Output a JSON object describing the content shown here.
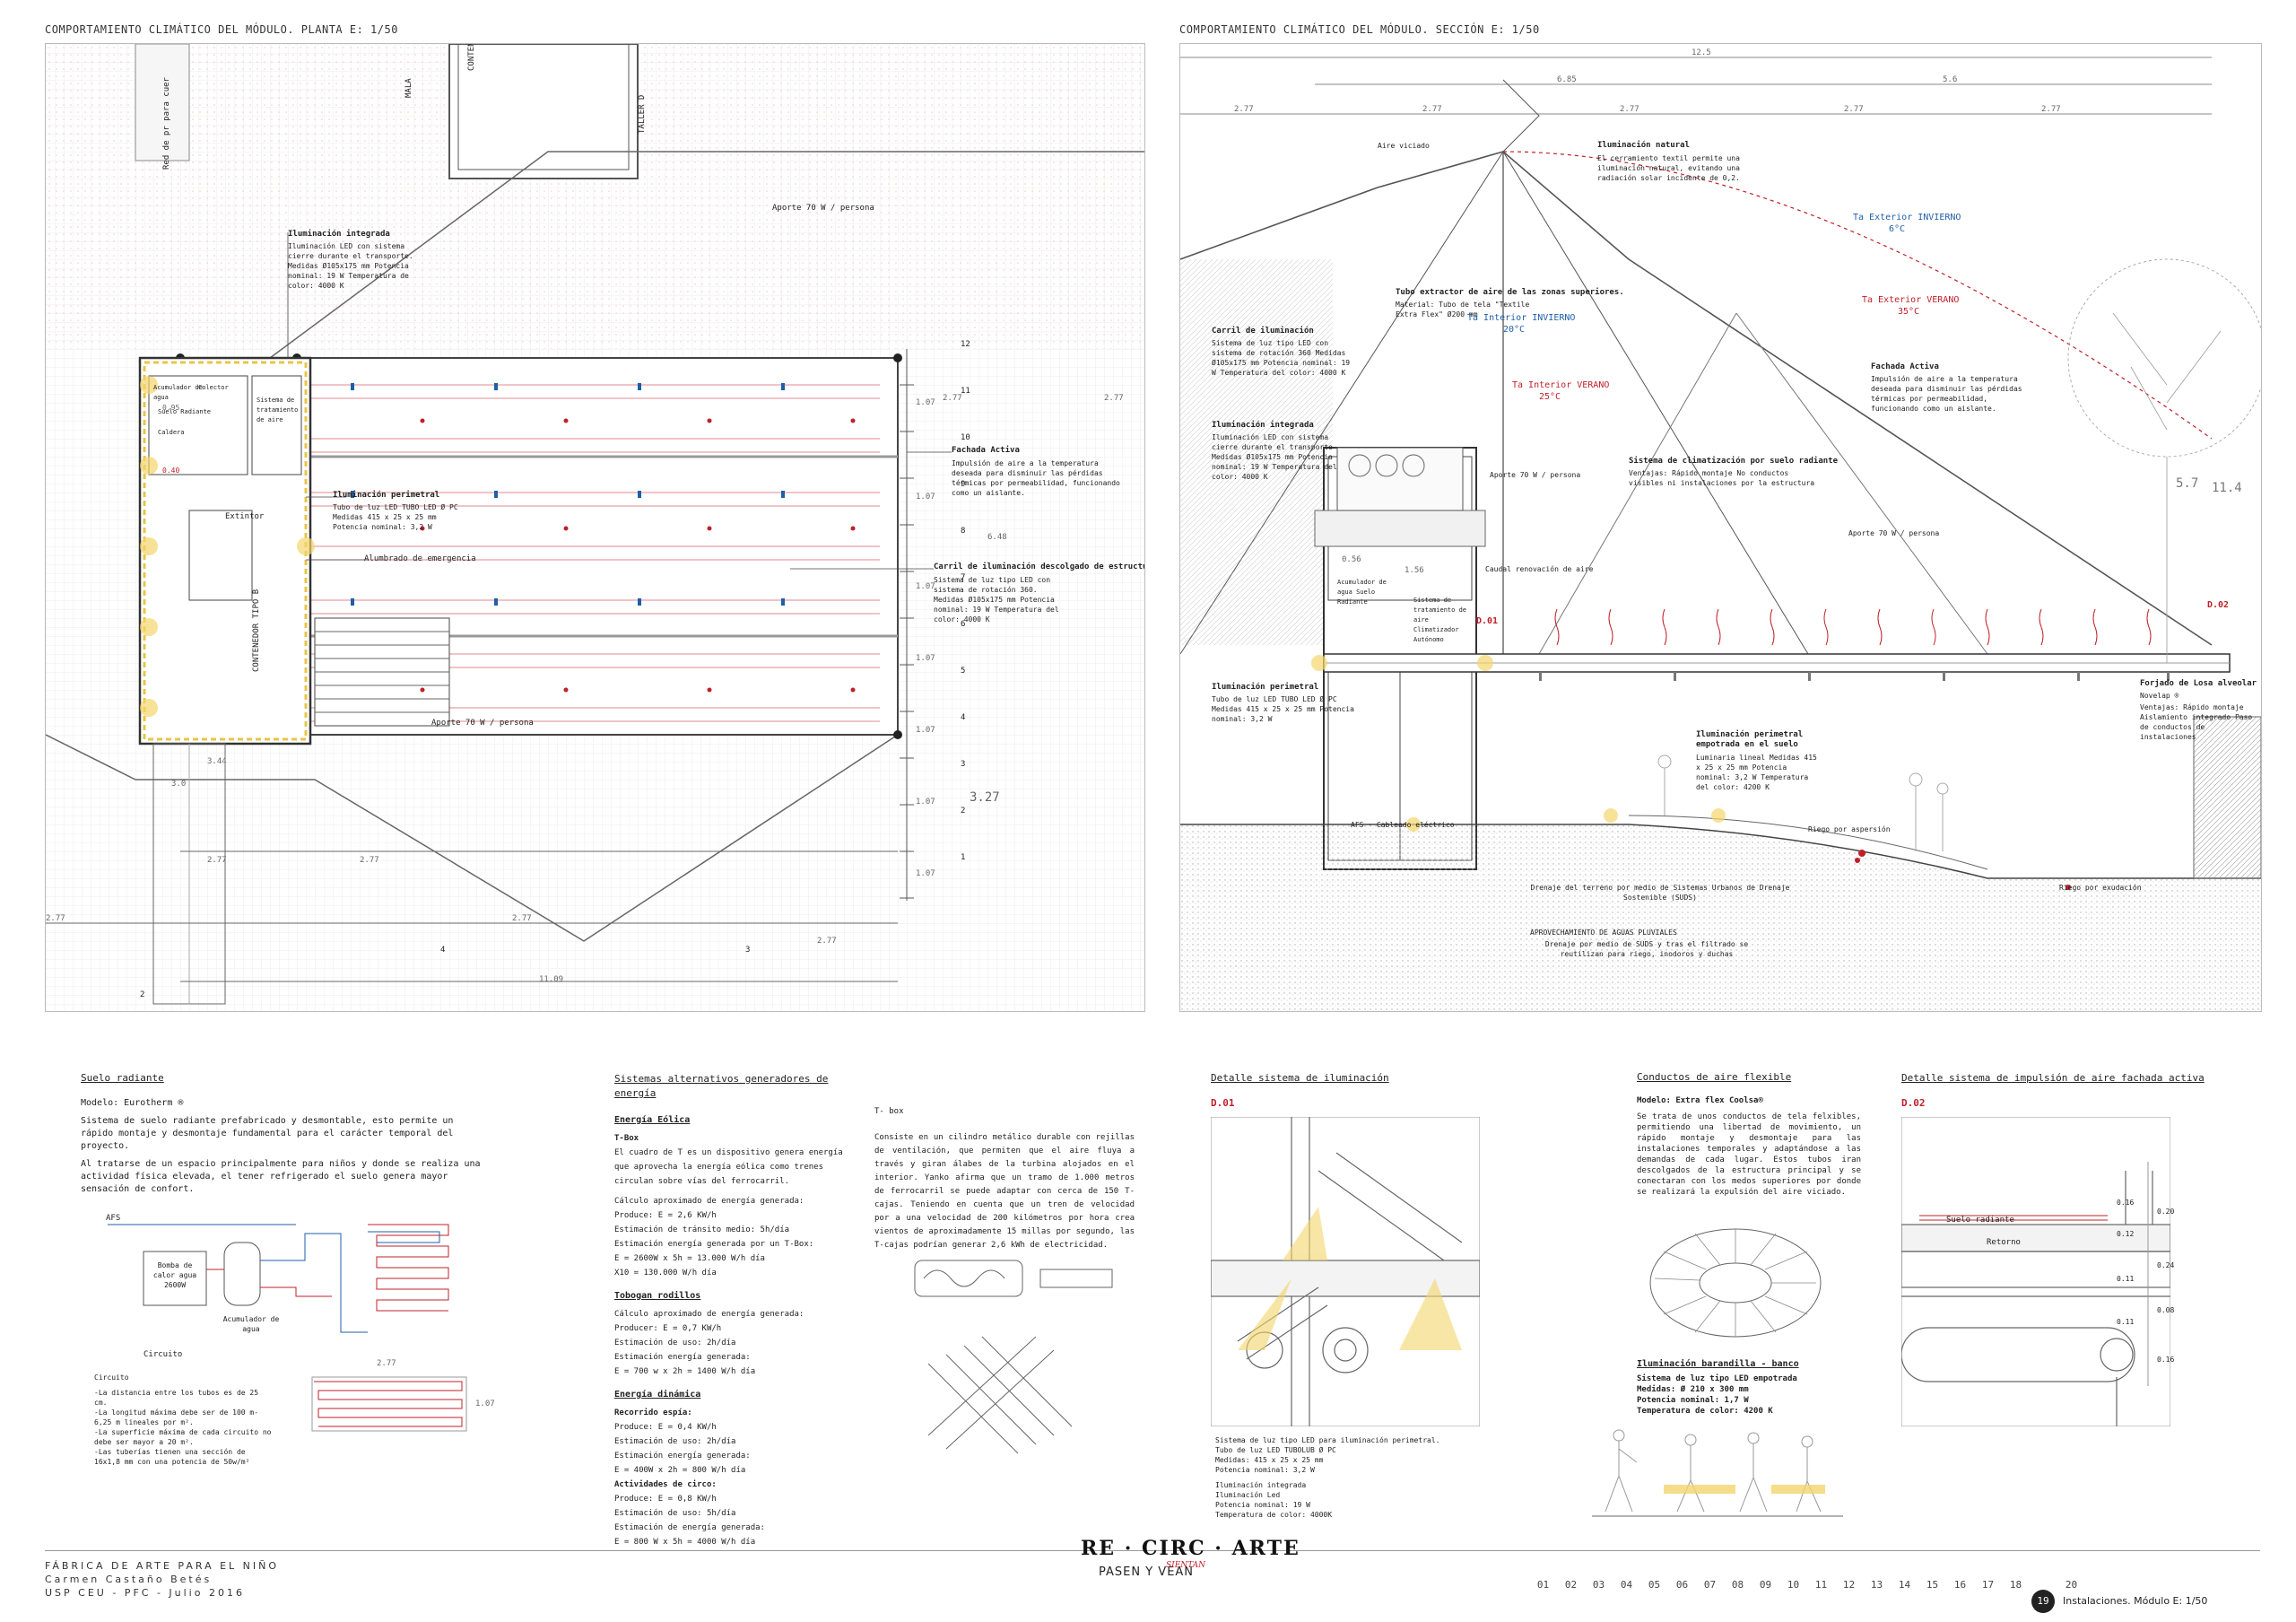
{
  "left": {
    "title": "COMPORTAMIENTO CLIMÁTICO DEL MÓDULO. PLANTA E: 1/50",
    "labels": {
      "contenedor_top": "CONTENEDOR TIPO B",
      "taller": "TALLER D",
      "mala": "MALA",
      "red": "Red de pr para cuer",
      "contenedor_side": "CONTENEDOR TIPO B",
      "ilum_int": "Iluminación integrada",
      "ilum_int_desc": "Iluminación LED con sistema cierre durante el transporte. Medidas Ø105x175 mm Potencia nominal: 19 W Temperatura de color: 4000 K",
      "aporte_top": "Aporte 70 W / persona",
      "aporte_bottom": "Aporte 70 W / persona",
      "fachada": "Fachada Activa",
      "fachada_desc": "Impulsión de aire a la temperatura deseada para disminuir las pérdidas térmicas por permeabilidad, funcionando como un aislante.",
      "ilum_perim": "Iluminación perimetral",
      "ilum_perim_desc": "Tubo de luz LED TUBO LED Ø PC Medidas 415 x 25 x 25 mm Potencia nominal: 3,2 W",
      "alumbrado": "Alumbrado de emergencia",
      "carril": "Carril de iluminación descolgado de estructura",
      "carril_desc": "Sistema de luz tipo LED con sistema de rotación 360. Medidas Ø105x175 mm Potencia nominal: 19 W Temperatura del color: 4000 K",
      "extintor": "Extintor",
      "acumulador": "Acumulador de agua",
      "suelo_rad": "Suelo Radiante",
      "colector": "Colector",
      "caldera": "Caldera",
      "sistema": "Sistema de tratamiento de aire",
      "dims": [
        "2.77",
        "2.77",
        "2.77",
        "2.77",
        "2.77",
        "2.77",
        "2.77",
        "11.09",
        "6.48",
        "3.27",
        "1.07",
        "1.07",
        "1.07",
        "1.07",
        "1.07",
        "1.07",
        "1.07",
        "0.95",
        "0.40",
        "3.44",
        "3.0"
      ],
      "axis_right": [
        "12",
        "11",
        "10",
        "9",
        "8",
        "7",
        "6",
        "5",
        "4",
        "3",
        "2",
        "1"
      ],
      "axis_bottom": [
        "2",
        "4",
        "3"
      ]
    }
  },
  "right": {
    "title": "COMPORTAMIENTO CLIMÁTICO DEL MÓDULO. SECCIÓN E: 1/50",
    "labels": {
      "aire_viciado": "Aire viciado",
      "ilum_natural": "Iluminación natural",
      "ilum_natural_desc": "El cerramiento textil permite una iluminación natural, evitando una radiación solar incidente de 0,2.",
      "tubo": "Tubo extractor de aire de las zonas superiores.",
      "tubo_desc": "Material: Tubo de tela \"Textile Extra Flex\" Ø200 mm",
      "ti_inv": "Ta Interior INVIERNO",
      "ti_inv_v": "20°C",
      "ti_ver": "Ta Interior VERANO",
      "ti_ver_v": "25°C",
      "te_inv": "Ta Exterior INVIERNO",
      "te_inv_v": "6°C",
      "te_ver": "Ta Exterior VERANO",
      "te_ver_v": "35°C",
      "carril": "Carril de iluminación",
      "carril_desc": "Sistema de luz tipo LED con sistema de rotación 360 Medidas Ø105x175 mm Potencia nominal: 19 W Temperatura del color: 4000 K",
      "ilum_int": "Iluminación integrada",
      "ilum_int_desc": "Iluminación LED con sistema cierre durante el transporte Medidas Ø105x175 mm Potencia nominal: 19 W Temperatura del color: 4000 K",
      "fachada": "Fachada Activa",
      "fachada_desc": "Impulsión de aire a la temperatura deseada para disminuir las pérdidas térmicas por permeabilidad, funcionando como un aislante.",
      "sistema_suelo": "Sistema de climatización por suelo radiante",
      "sistema_suelo_desc": "Ventajas: Rápido montaje No conductos visibles ni instalaciones por la estructura",
      "aporte1": "Aporte 70 W / persona",
      "aporte2": "Aporte 70 W / persona",
      "acumulador": "Acumulador de agua Suelo Radiante",
      "sistema_trat": "Sistema de tratamiento de aire Climatizador Autónomo",
      "caudal": "Caudal renovación de aire",
      "ilum_perim": "Iluminación perimetral",
      "ilum_perim_desc": "Tubo de luz LED TUBO LED Ø PC Medidas 415 x 25 x 25 mm Potencia nominal: 3,2 W",
      "forjado": "Forjado de Losa alveolar de Madera",
      "forjado_b": "Novelap ®",
      "forjado_desc": "Ventajas: Rápido montaje Aislamiento integrado Paso de conductos de instalaciones",
      "ilum_emp": "Iluminación perimetral empotrada en el suelo",
      "ilum_emp_desc": "Luminaria lineal Medidas 415 x 25 x 25 mm Potencia nominal: 3,2 W Temperatura del color: 4200 K",
      "cableado": "AFS · Cableado eléctrico",
      "riego_asp": "Riego por aspersión",
      "riego_exud": "Riego por exudación",
      "drenaje": "Drenaje del terreno por medio de Sistemas Urbanos de Drenaje Sostenible (SUDS)",
      "aprovech": "APROVECHAMIENTO DE AGUAS PLUVIALES",
      "aprovech_desc": "Drenaje por medio de SUDS y tras el filtrado se reutilizan para riego, inodoros y duchas",
      "d01": "D.01",
      "d02": "D.02",
      "dims": [
        "12.5",
        "6.85",
        "5.6",
        "2.77",
        "2.77",
        "2.77",
        "2.77",
        "2.77",
        "0.56",
        "1.56",
        "5.7",
        "11.4"
      ]
    }
  },
  "suelo": {
    "title": "Suelo radiante",
    "modelo": "Modelo: Eurotherm ®",
    "p1": "Sistema de suelo radiante prefabricado y desmontable, esto permite un rápido montaje y desmontaje fundamental para el carácter temporal del proyecto.",
    "p2": "Al tratarse de un espacio principalmente para niños y donde se realiza una actividad física elevada, el tener refrigerado el suelo genera mayor sensación de confort.",
    "afs": "AFS",
    "bomba": "Bomba de calor agua 2600W",
    "acum": "Acumulador de agua",
    "circuito_cap": "Circuito",
    "circuito_h": "Circuito",
    "circuito_lines": [
      "-La distancia entre los tubos es de 25 cm.",
      "-La longitud máxima debe ser de 100 m-6,25 m lineales por m².",
      "-La superficie máxima de cada circuito no debe ser mayor a 20 m².",
      "-Las tuberías tienen una sección de 16x1,8 mm con una potencia de 50w/m²"
    ],
    "dim_w": "2.77",
    "dim_h": "1.07"
  },
  "energia": {
    "title": "Sistemas alternativos generadores de energía",
    "eolica": "Energía Eólica",
    "tbox": "T-Box",
    "tbox_desc": "El cuadro de T es un dispositivo genera energía que aprovecha la energía eólica como trenes circulan sobre vías del ferrocarril.",
    "lines1": [
      "Cálculo aproximado de energía generada:",
      "Produce: E = 2,6 KW/h",
      "Estimación de tránsito medio: 5h/día",
      "Estimación energía generada por un T-Box:",
      "E = 2600W x 5h = 13.000 W/h día",
      "X10 = 130.000 W/h día"
    ],
    "tobogan": "Tobogan rodillos",
    "lines2": [
      "Cálculo aproximado de energía generada:",
      "Producer: E = 0,7 KW/h",
      "Estimación de uso: 2h/día",
      "Estimación energía generada:",
      "E = 700 w x 2h = 1400 W/h día"
    ],
    "dinamica": "Energía dinámica",
    "recorrido": "Recorrido espía:",
    "lines3": [
      "Produce: E = 0,4 KW/h",
      "Estimación de uso: 2h/día",
      "Estimación energía generada:",
      "E = 400W x 2h = 800 W/h día"
    ],
    "circo": "Actividades de circo:",
    "lines4": [
      "Produce: E = 0,8 KW/h",
      "Estimación de uso: 5h/día",
      "Estimación de energía generada:",
      "E = 800 W x 5h = 4000 W/h día"
    ],
    "tbox2": "T- box",
    "tbox2_desc": "Consiste en un cilindro metálico durable con rejillas de ventilación, que permiten que el aire fluya a través y giran álabes de la turbina alojados en el interior. Yanko afirma que un tramo de 1.000 metros de ferrocarril se puede adaptar con cerca de 150 T-cajas. Teniendo en cuenta que un tren de velocidad por a una velocidad de 200 kilómetros por hora crea vientos de aproximadamente 15 millas por segundo, las T-cajas podrían generar 2,6 kWh de electricidad."
  },
  "detalle1": {
    "title": "Detalle sistema de iluminación",
    "tag": "D.01",
    "desc": [
      "Sistema de luz tipo LED para iluminación perimetral.",
      "Tubo de luz LED TUBOLUB Ø PC",
      "Medidas: 415 x 25 x 25 mm",
      "Potencia nominal: 3,2 W"
    ],
    "desc2": [
      "Iluminación integrada",
      "Iluminación Led",
      "Potencia nominal: 19 W",
      "Temperatura de color: 4000K"
    ]
  },
  "conductos": {
    "title": "Conductos de aire flexible",
    "modelo": "Modelo: Extra flex Coolsa®",
    "desc": "Se trata de unos conductos de tela felxibles, permitiendo una libertad de movimiento, un rápido montaje y desmontaje para las instalaciones temporales y adaptándose a las demandas de cada lugar. Estos tubos iran descolgados de la estructura principal y se conectaran con los medos superiores por donde se realizará la expulsión del aire viciado.",
    "baran": "Iluminación barandilla - banco",
    "baran_lines": [
      "Sistema de luz tipo LED empotrada",
      "Medidas: Ø 210 x 300 mm",
      "Potencia nominal: 1,7 W",
      "Temperatura de color: 4200 K"
    ]
  },
  "detalle2": {
    "title": "Detalle sistema de impulsión de aire fachada activa",
    "tag": "D.02",
    "suelo": "Suelo radiante",
    "retorno": "Retorno",
    "dims": [
      "0.16",
      "0.20",
      "0.12",
      "0.24",
      "0.11",
      "0.08",
      "0.11",
      "0.16"
    ]
  },
  "footer": {
    "proj": "FÁBRICA DE ARTE PARA EL NIÑO",
    "author": "Carmen Castaño Betés",
    "school": "USP CEU - PFC - Julio 2016",
    "logo": "RE · CIRC · ARTE",
    "slogan": "PASEN Y VEAN",
    "slogan_hand": "SIENTAN",
    "pages": [
      "01",
      "02",
      "03",
      "04",
      "05",
      "06",
      "07",
      "08",
      "09",
      "10",
      "11",
      "12",
      "13",
      "14",
      "15",
      "16",
      "17",
      "18",
      "",
      "20"
    ],
    "current": "19",
    "sheet": "Instalaciones. Módulo E: 1/50"
  },
  "colors": {
    "red": "#c0202a",
    "blue": "#1f5fa8",
    "yellow": "#e8c548",
    "line": "#555555"
  }
}
